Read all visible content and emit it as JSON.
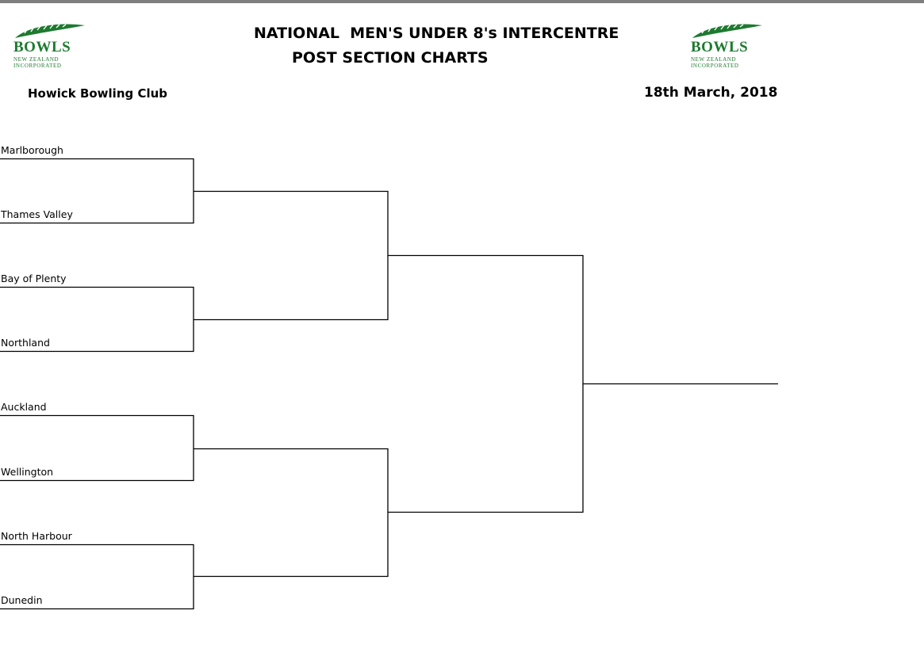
{
  "header": {
    "title_line1": "NATIONAL  MEN'S UNDER 8's INTERCENTRE",
    "title_line2": "POST SECTION CHARTS",
    "venue": "Howick Bowling Club",
    "date": "18th March, 2018"
  },
  "logo": {
    "brand": "BOWLS",
    "sub1": "NEW ZEALAND",
    "sub2": "INCORPORATED",
    "icon": "fern-icon",
    "color": "#1d7a2f"
  },
  "bracket": {
    "teams": [
      "Marlborough",
      "Thames Valley",
      "Bay of Plenty",
      "Northland",
      "Auckland",
      "Wellington",
      "North Harbour",
      "Dunedin"
    ]
  }
}
